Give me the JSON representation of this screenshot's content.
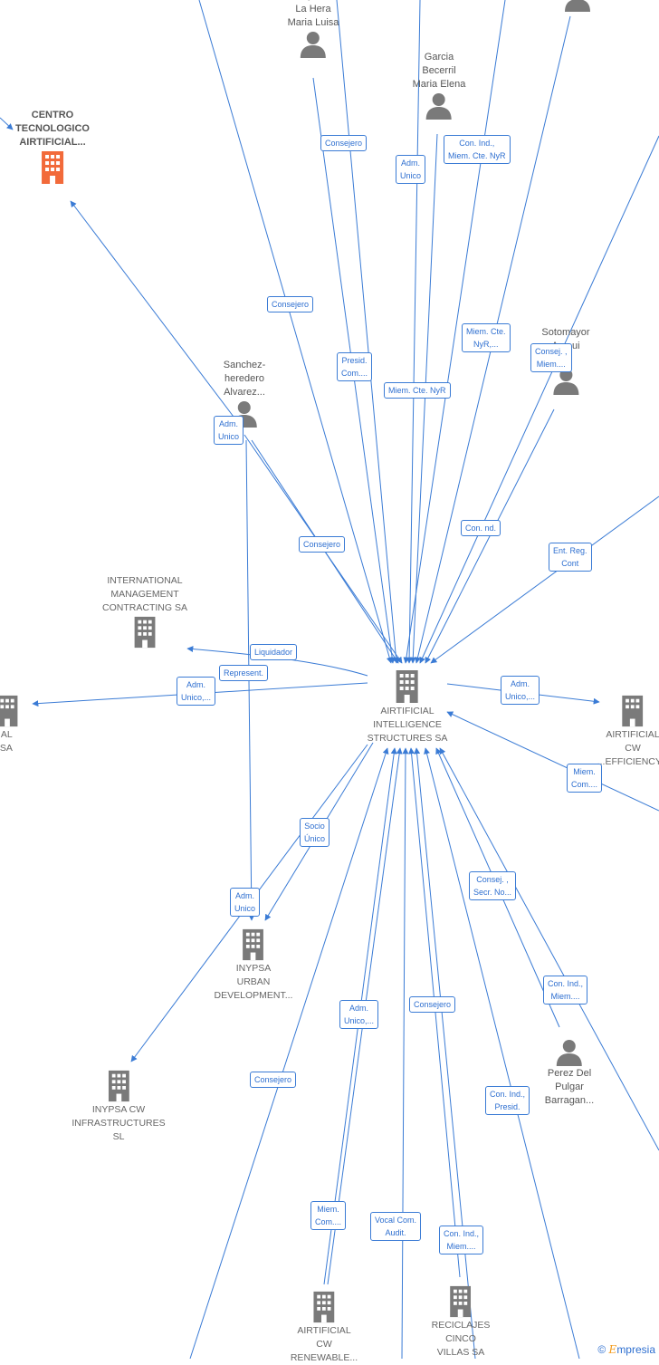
{
  "colors": {
    "edge": "#3a7bd5",
    "node_icon": "#7a7a7a",
    "highlight_icon": "#f26a3a",
    "badge_text": "#2e6fd0"
  },
  "nodes": {
    "blazquez": "Blazquez De\nLa Hera\nMaria Luisa",
    "garcia": "Garcia\nBecerril\nMaria Elena",
    "centro": "CENTRO\nTECNOLOGICO\nAIRTIFICIAL...",
    "sotomayor": "Sotomayor\nAu...ui\n...n",
    "sanchez": "Sanchez-\nheredero\nAlvarez...",
    "intl": "INTERNATIONAL\nMANAGEMENT\nCONTRACTING SA",
    "left_partial": "...FICIAL\n...ITY SA",
    "center": "AIRTIFICIAL\nINTELLIGENCE\nSTRUCTURES SA",
    "right_partial": "AIRTIFICIAL\nCW\n...EFFICIENCY...",
    "urban": "INYPSA\nURBAN\nDEVELOPMENT...",
    "perez": "Perez Del\nPulgar\nBarragan...",
    "infra": "INYPSA CW\nINFRASTRUCTURES\nSL",
    "renewable": "AIRTIFICIAL\nCW\nRENEWABLE...",
    "reciclajes": "RECICLAJES\nCINCO\nVILLAS SA"
  },
  "badges": {
    "b1": "Consejero",
    "b2": "Adm.\nUnico",
    "b3": "Con.  Ind.,\nMiem. Cte. NyR",
    "b4": "Consejero",
    "b5": "Miem.  Cte.\nNyR,...",
    "b6": "Consej. ,\nMiem....",
    "b7": "Presid.\nCom....",
    "b8": "Miem.  Cte. NyR",
    "b9": "Adm.\nUnico",
    "b10": "Con.  nd.",
    "b11": "Ent.  Reg.\nCont",
    "b12": "Consejero",
    "b13": "Liquidador",
    "b14": "Represent.",
    "b15": "Adm.\nUnico,...",
    "b16": "Adm.\nUnico,...",
    "b17": "Miem.\nCom....",
    "b18": "Socio\nÚnico",
    "b19": "Consej. ,\nSecr. No...",
    "b20": "Adm.\nUnico",
    "b21": "Con.  Ind.,\nMiem....",
    "b22": "Adm.\nUnico,...",
    "b23": "Consejero",
    "b24": "Consejero",
    "b25": "Con.  Ind.,\nPresid.",
    "b26": "Miem.\nCom....",
    "b27": "Vocal Com.\nAudit.",
    "b28": "Con.  Ind.,\nMiem...."
  },
  "footer": {
    "copyright": "©",
    "brand_initial": "E",
    "brand_rest": "mpresia"
  }
}
